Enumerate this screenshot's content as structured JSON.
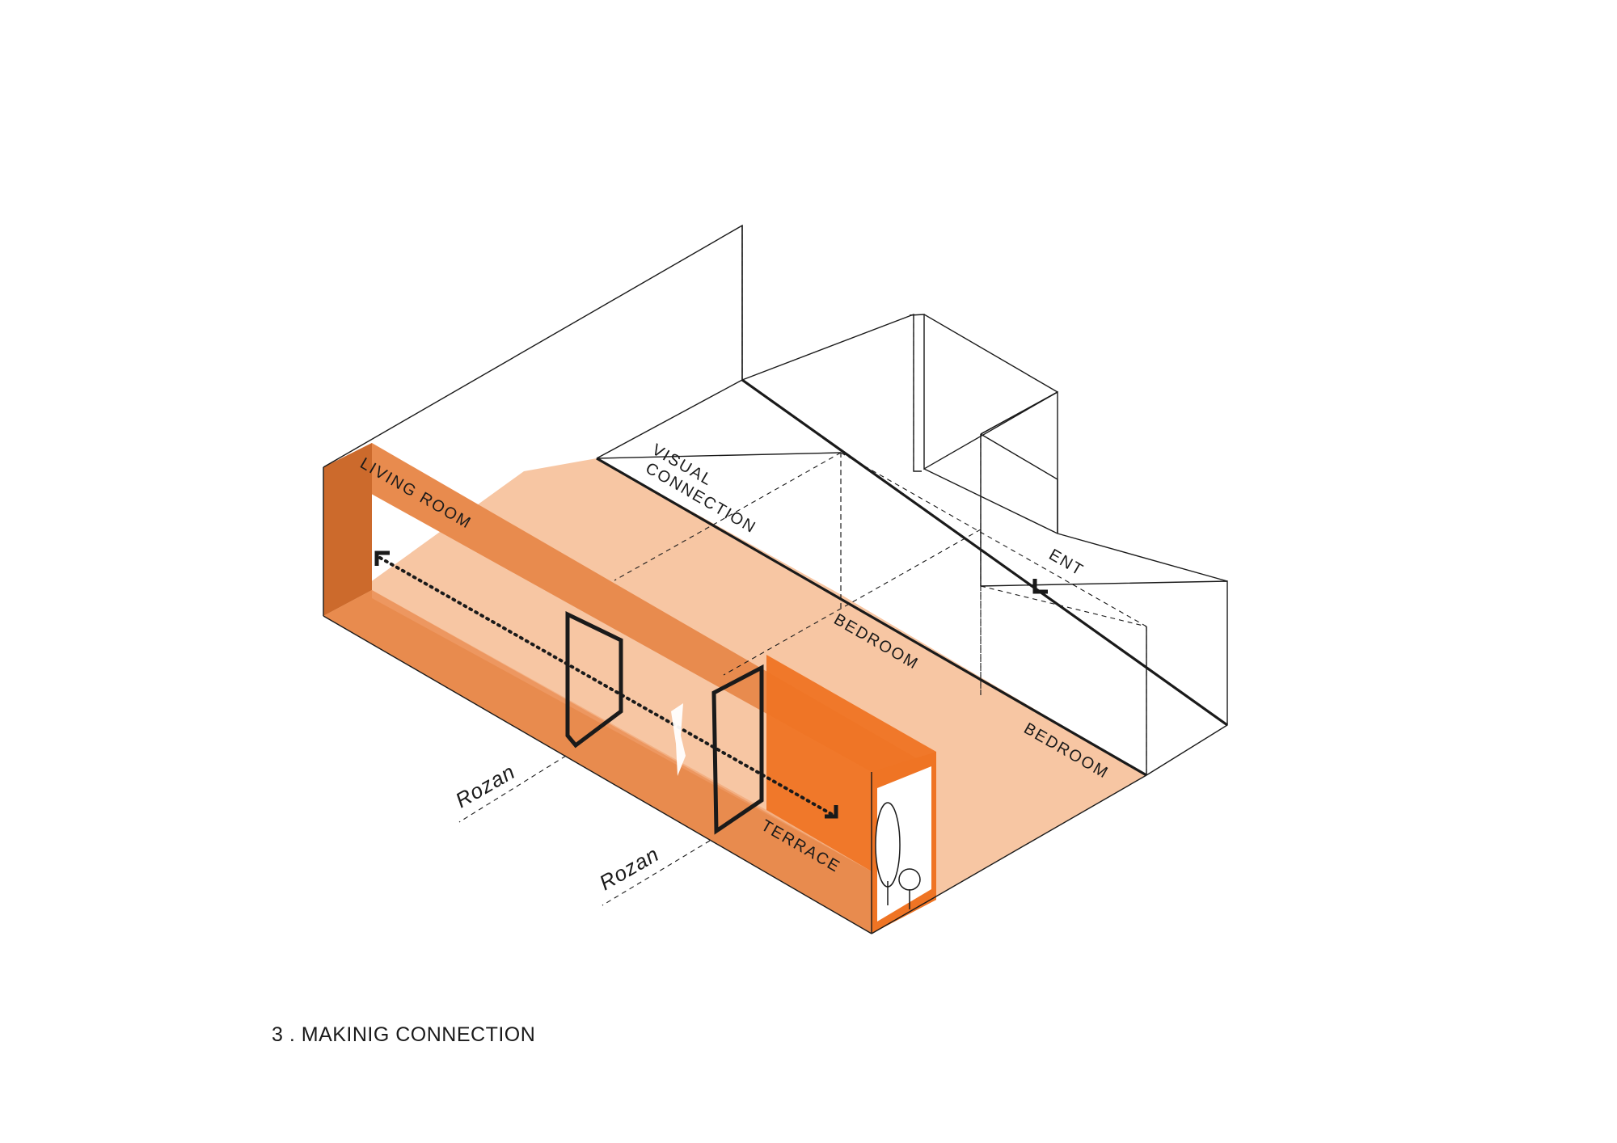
{
  "labels": {
    "living_room": "LIVING ROOM",
    "visual_connection_line1": "VISUAL",
    "visual_connection_line2": "CONNECTION",
    "ent": "ENT",
    "bedroom_1": "BEDROOM",
    "bedroom_2": "BEDROOM",
    "terrace": "TERRACE",
    "rozan_1": "Rozan",
    "rozan_2": "Rozan"
  },
  "caption": "3 . MAKINIG CONNECTION",
  "colors": {
    "dark_orange": "#cc6a2c",
    "mid_orange": "#e88b4e",
    "bright_orange": "#ef7424",
    "light_peach": "#f7c6a3",
    "line": "#1a1a1a"
  }
}
